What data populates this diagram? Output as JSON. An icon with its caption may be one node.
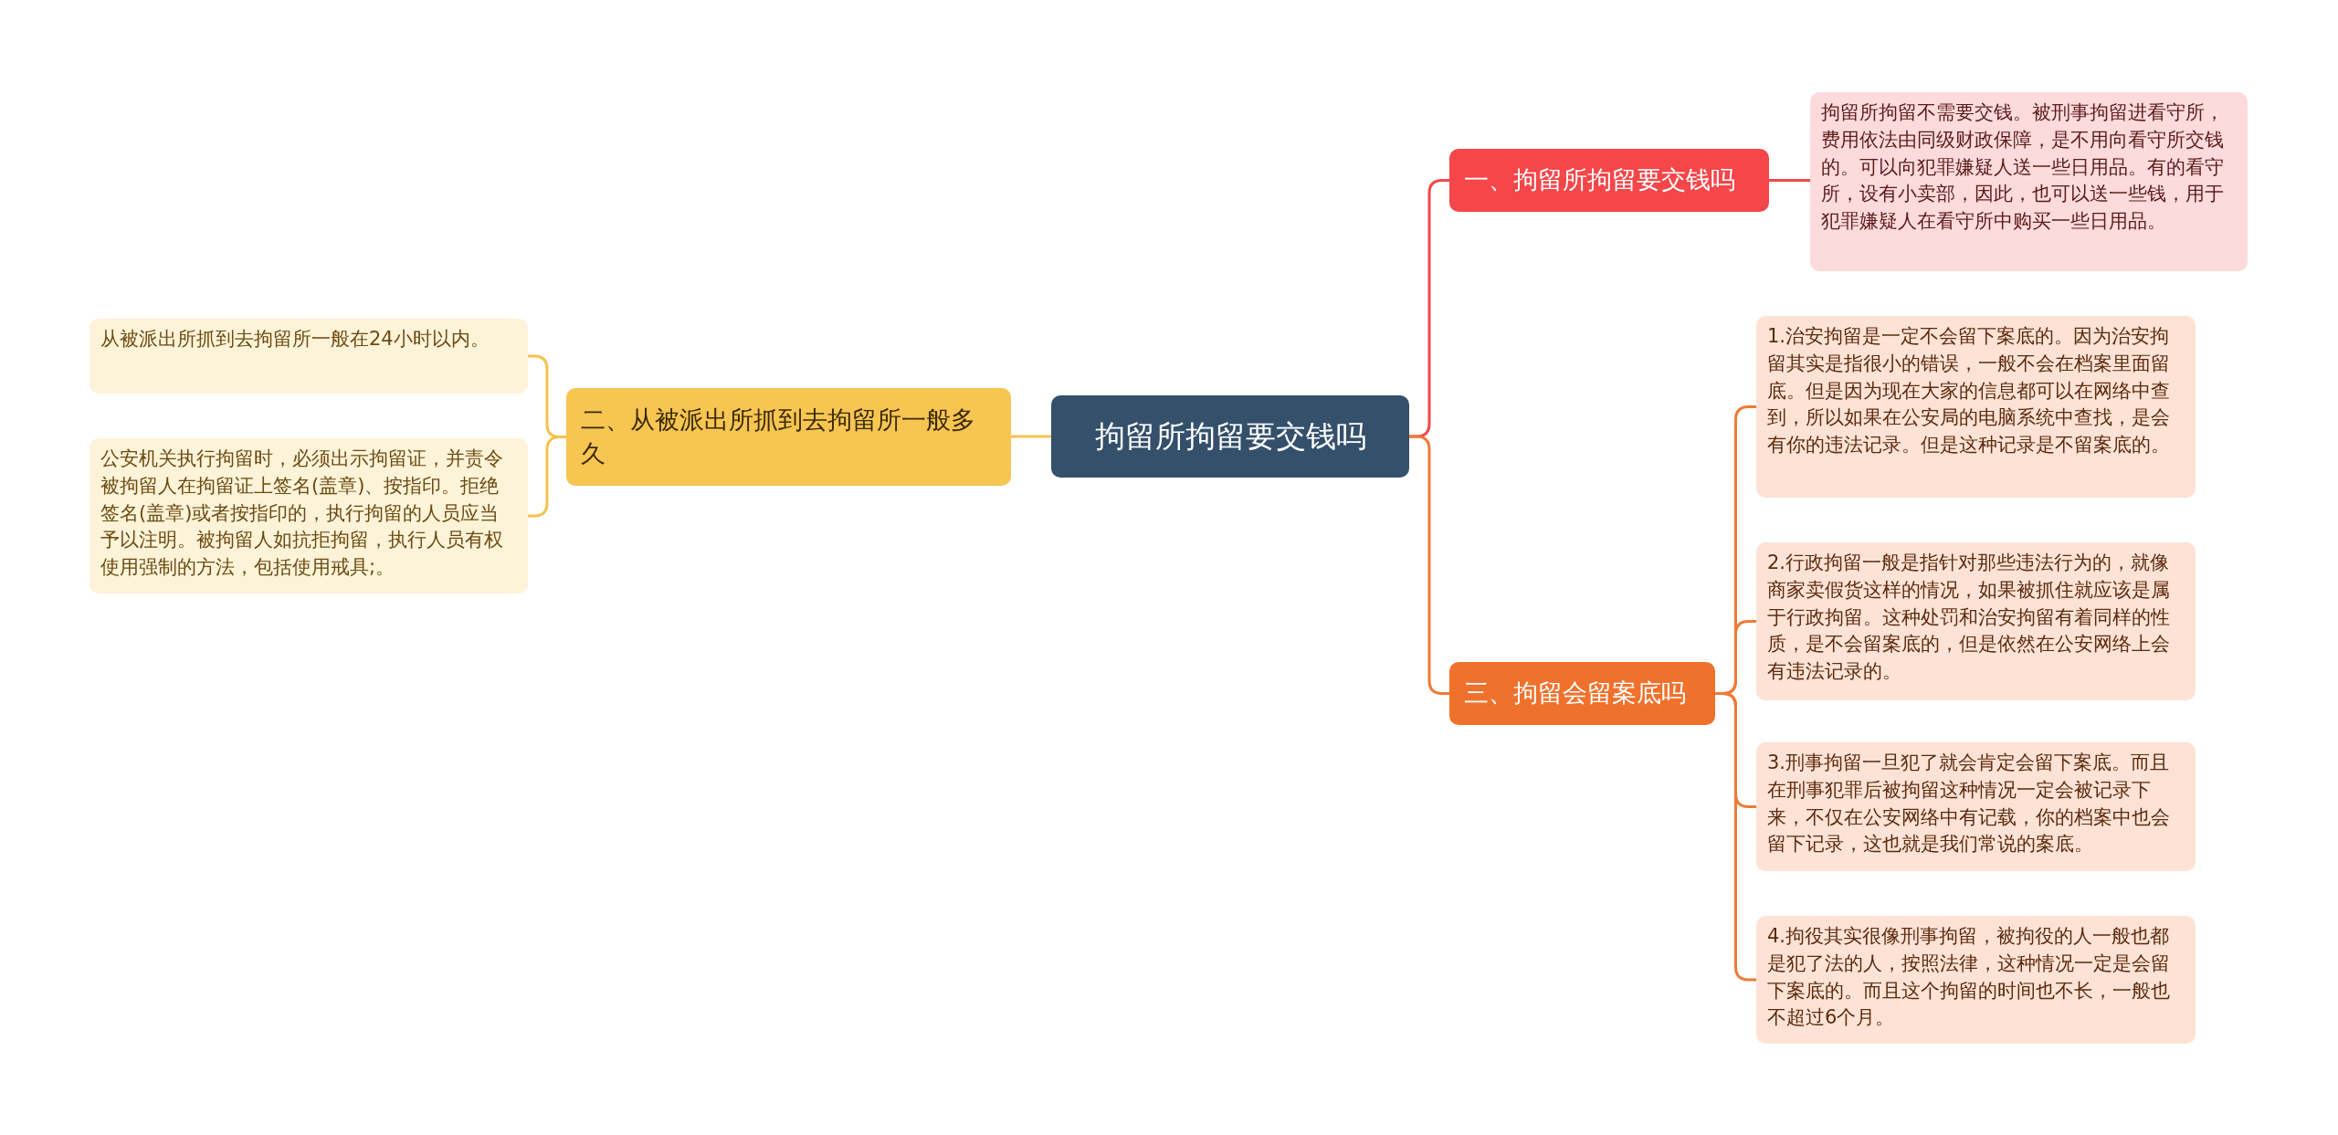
{
  "diagram": {
    "nodes": [
      {
        "text": [
          "拘留所拘留要交钱吗"
        ]
      },
      {
        "text": [
          "一、拘留所拘留要交钱吗"
        ]
      },
      {
        "text": [
          "拘留所拘留不需要交钱。被刑事拘留进看守所，费用依法由同级财政保障，是不用向看守所交钱的。可以向犯罪嫌疑人送一些日用品。有的看守所，设有小卖部，因此，也可以送一些钱，用于犯罪嫌疑人在看守所中购买一些日用品。"
        ]
      },
      {
        "text": [
          "二、从被派出所抓到去拘留所一般多久"
        ]
      },
      {
        "text": [
          "从被派出所抓到去拘留所一般在24小时以内。"
        ]
      },
      {
        "text": [
          "公安机关执行拘留时，必须出示拘留证，并责令被拘留人在拘留证上签名(盖章)、按指印。拒绝签名(盖章)或者按指印的，执行拘留的人员应当予以注明。被拘留人如抗拒拘留，执行人员有权使用强制的方法，包括使用戒具;。"
        ]
      },
      {
        "text": [
          "三、拘留会留案底吗"
        ]
      },
      {
        "text": [
          "1.治安拘留是一定不会留下案底的。因为治安拘留其实是指很小的错误，一般不会在档案里面留底。但是因为现在大家的信息都可以在网络中查到，所以如果在公安局的电脑系统中查找，是会有你的违法记录。但是这种记录是不留案底的。"
        ]
      },
      {
        "text": [
          "2.行政拘留一般是指针对那些违法行为的，就像商家卖假货这样的情况，如果被抓住就应该是属于行政拘留。这种处罚和治安拘留有着同样的性质，是不会留案底的，但是依然在公安网络上会有违法记录的。"
        ]
      },
      {
        "text": [
          "3.刑事拘留一旦犯了就会肯定会留下案底。而且在刑事犯罪后被拘留这种情况一定会被记录下来，不仅在公安网络中有记载，你的档案中也会留下记录，这也就是我们常说的案底。"
        ]
      },
      {
        "text": [
          "4.拘役其实很像刑事拘留，被拘役的人一般也都是犯了法的人，按照法律，这种情况一定是会留下案底的。而且这个拘留的时间也不长，一般也不超过6个月。"
        ]
      }
    ],
    "edges": [
      {
        "from": 0,
        "to": 1,
        "arrow": "none",
        "color": "#f0494c"
      },
      {
        "from": 1,
        "to": 2,
        "arrow": "none",
        "color": "#f0494c"
      },
      {
        "from": 0,
        "to": 3,
        "arrow": "none",
        "color": "#f5c24d"
      },
      {
        "from": 3,
        "to": 4,
        "arrow": "none",
        "color": "#f5c24d"
      },
      {
        "from": 3,
        "to": 5,
        "arrow": "none",
        "color": "#f5c24d"
      },
      {
        "from": 0,
        "to": 6,
        "arrow": "none",
        "color": "#ef7a35"
      },
      {
        "from": 6,
        "to": 7,
        "arrow": "none",
        "color": "#ef7a35"
      },
      {
        "from": 6,
        "to": 8,
        "arrow": "none",
        "color": "#ef7a35"
      },
      {
        "from": 6,
        "to": 9,
        "arrow": "none",
        "color": "#ef7a35"
      },
      {
        "from": 6,
        "to": 10,
        "arrow": "none",
        "color": "#ef7a35"
      }
    ]
  }
}
